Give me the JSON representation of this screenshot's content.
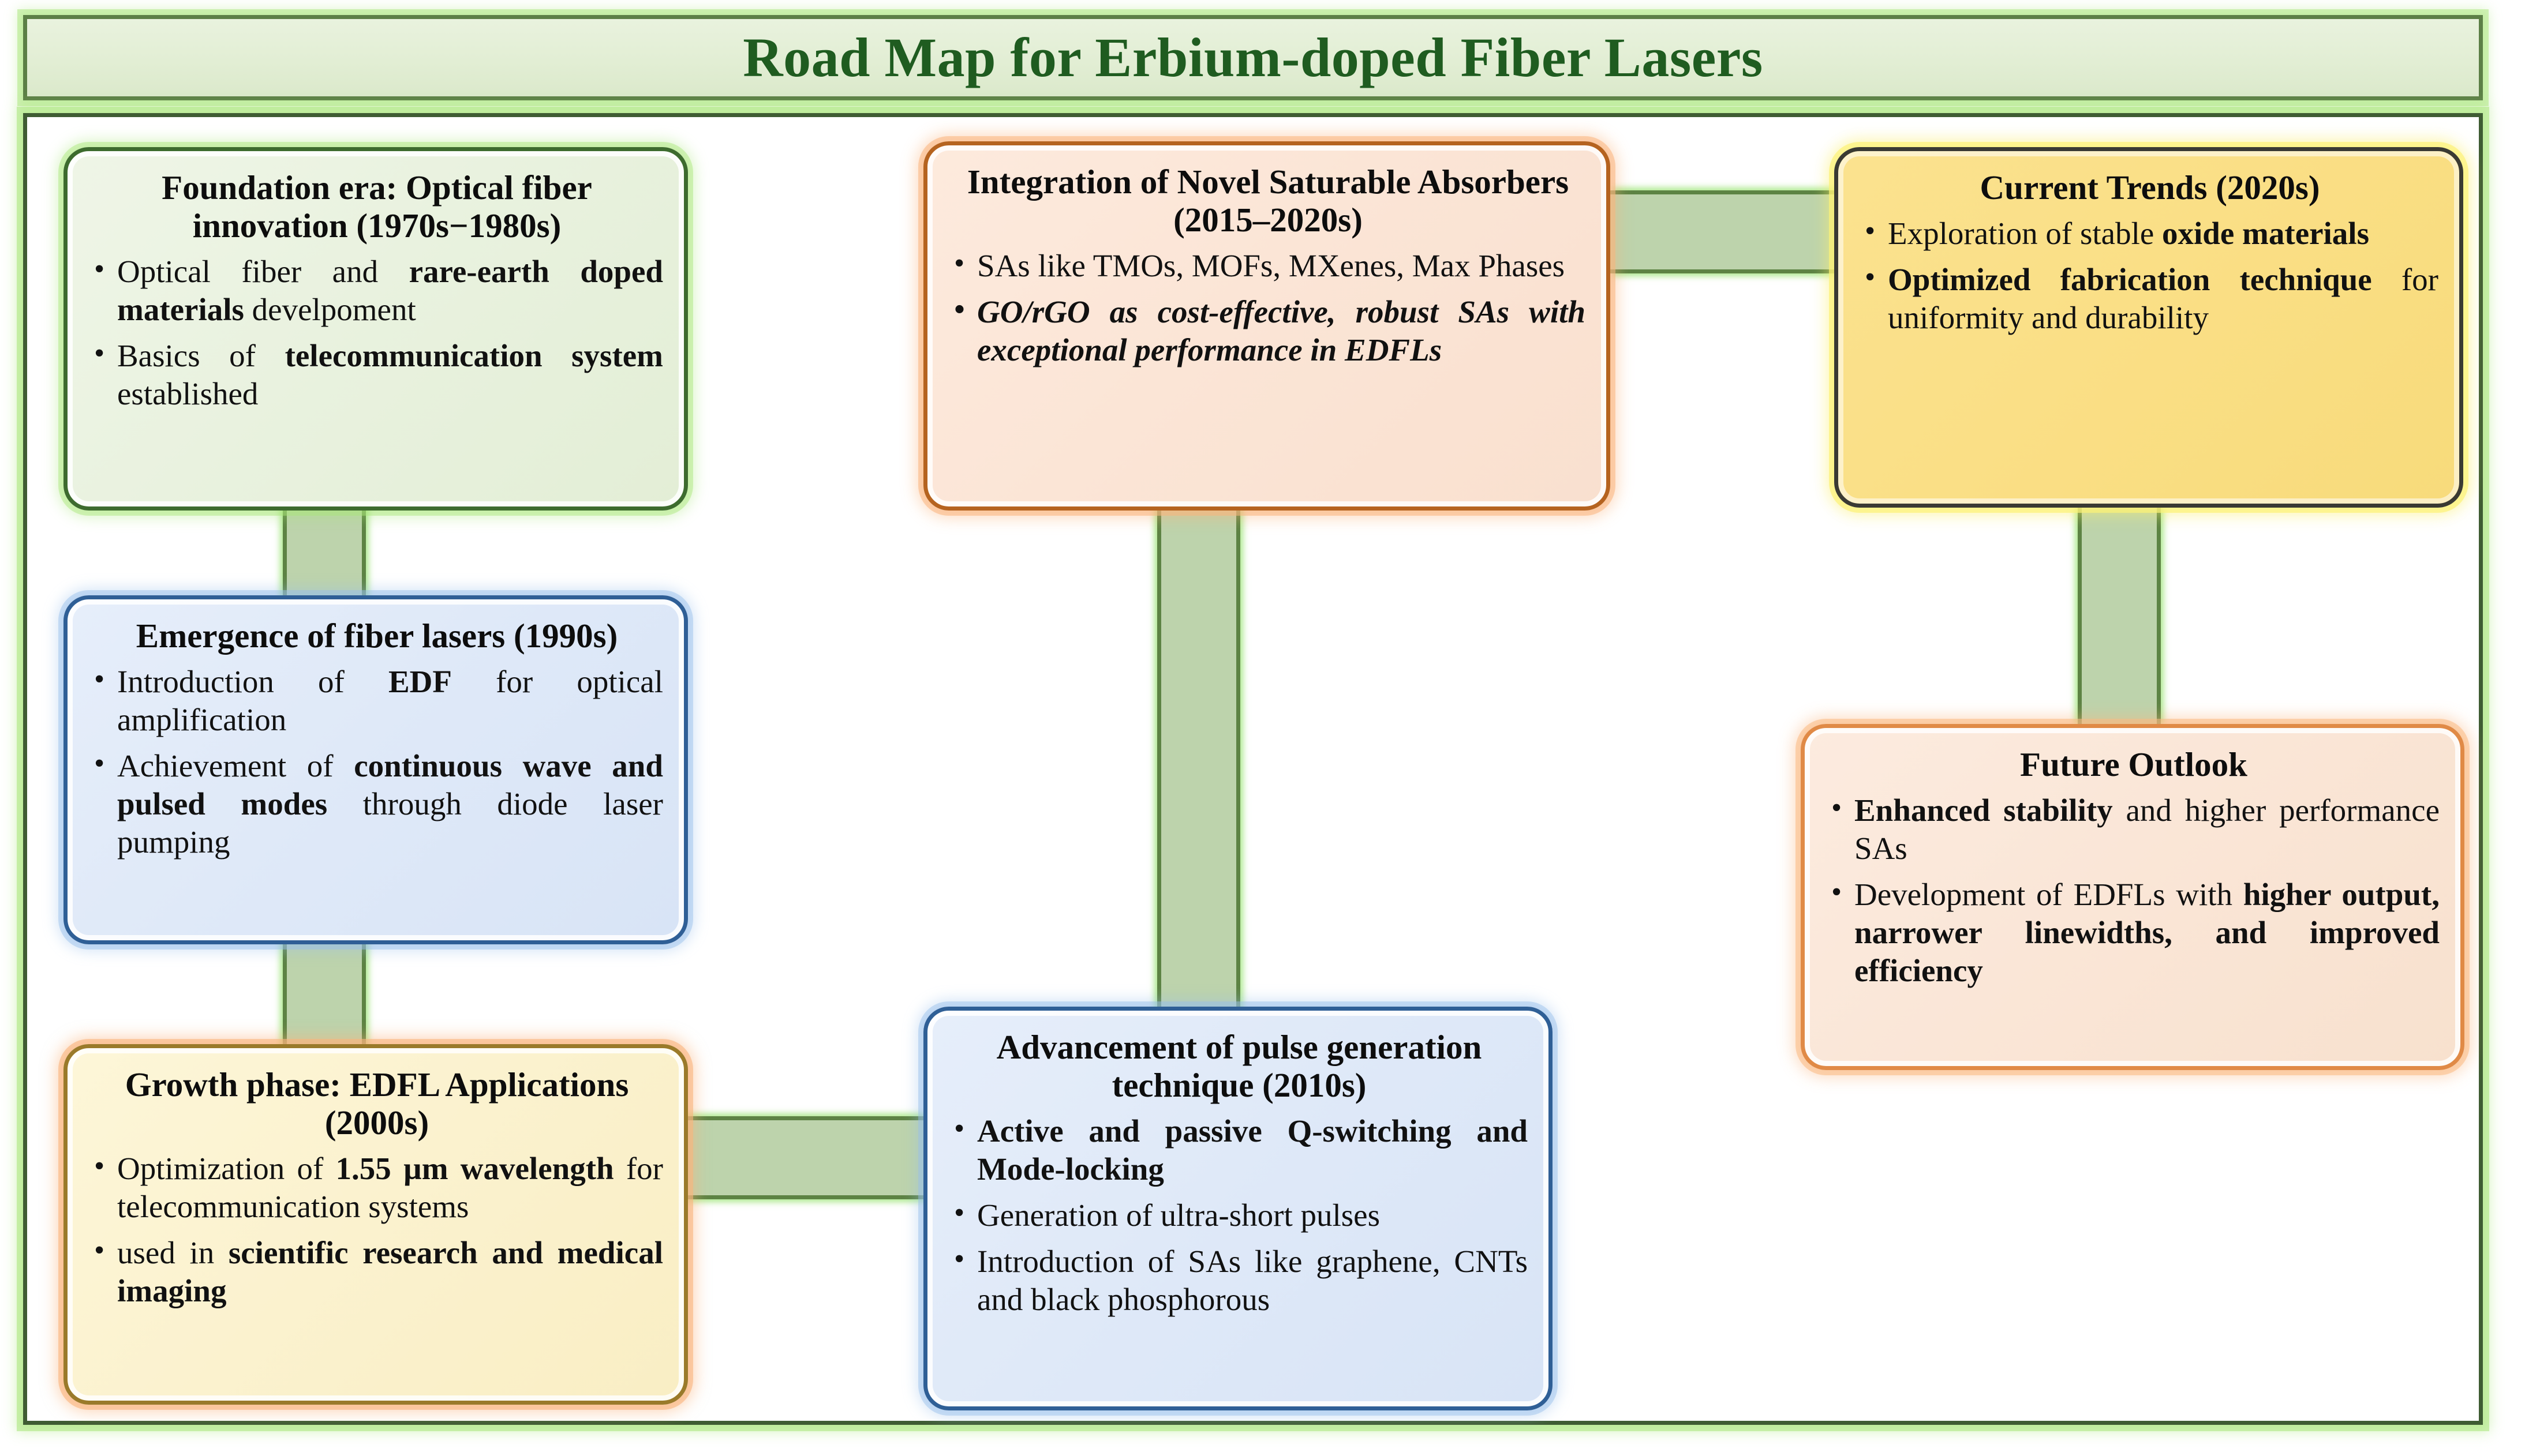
{
  "title": {
    "text": "Road Map for Erbium-doped Fiber Lasers"
  },
  "colors": {
    "title_text": "#1f5c20",
    "title_bg": "#e4eed7",
    "title_border": "#5c7f46",
    "frame_border": "#3f5c33",
    "connector_fill": "#bdd3ac",
    "connector_edge": "#5d8344",
    "green_box_fill": "#e9f2df",
    "green_box_border": "#3d6b2e",
    "blue_box_fill": "#dfe9f8",
    "blue_box_border": "#2f5f96",
    "cream_box_fill": "#fbf2cf",
    "cream_box_border": "#9a7a2a",
    "peach_box_fill": "#fbe5d6",
    "peach_box_border": "#b5631f",
    "yellow_box_fill": "#fadf86",
    "yellow_box_border": "#3a3a33"
  },
  "nodes": {
    "foundation": {
      "heading": "Foundation era: Optical fiber innovation (1970s−1980s)",
      "bullets": [
        {
          "html": "Optical fiber and <b>rare-earth doped materials</b> develpoment"
        },
        {
          "html": "Basics of <b>telecommunication system</b> established"
        }
      ]
    },
    "emergence": {
      "heading": "Emergence of fiber lasers (1990s)",
      "bullets": [
        {
          "html": "Introduction of <b>EDF</b> for optical amplification"
        },
        {
          "html": "Achievement of <b>continuous wave and pulsed modes</b> through diode laser pumping"
        }
      ]
    },
    "growth": {
      "heading": "Growth phase: EDFL Applications (2000s)",
      "bullets": [
        {
          "html": "Optimization of <b>1.55 µm wavelength</b> for telecommunication systems"
        },
        {
          "html": "used in <b>scientific research and medical imaging</b>"
        }
      ]
    },
    "pulse": {
      "heading": "Advancement of pulse generation technique (2010s)",
      "bullets": [
        {
          "html": "<b>Active and passive Q-switching and Mode-locking</b>"
        },
        {
          "html": "Generation of ultra-short pulses"
        },
        {
          "html": "Introduction of SAs like graphene, CNTs and black phosphorous"
        }
      ]
    },
    "absorbers": {
      "heading": "Integration of Novel Saturable Absorbers (2015–2020s)",
      "bullets": [
        {
          "html": "SAs like TMOs, MOFs, MXenes, Max Phases"
        },
        {
          "html": "GO/rGO as cost-effective, robust SAs with exceptional performance in EDFLs",
          "style": "bold-italic"
        }
      ]
    },
    "current": {
      "heading": "Current Trends (2020s)",
      "bullets": [
        {
          "html": "Exploration of stable <b>oxide materials</b>"
        },
        {
          "html": "<b>Optimized fabrication technique</b> for uniformity and durability"
        }
      ]
    },
    "future": {
      "heading": "Future Outlook",
      "bullets": [
        {
          "html": "<b>Enhanced stability</b> and higher performance SAs"
        },
        {
          "html": "Development of EDFLs with <b>higher output, narrower linewidths, and improved efficiency</b>"
        }
      ]
    }
  },
  "connectors": [
    {
      "name": "foundation-to-emergence",
      "orientation": "vertical"
    },
    {
      "name": "emergence-to-growth",
      "orientation": "vertical"
    },
    {
      "name": "growth-to-pulse",
      "orientation": "horizontal"
    },
    {
      "name": "absorbers-to-pulse",
      "orientation": "vertical"
    },
    {
      "name": "absorbers-to-current",
      "orientation": "horizontal"
    },
    {
      "name": "current-to-future",
      "orientation": "vertical"
    }
  ]
}
